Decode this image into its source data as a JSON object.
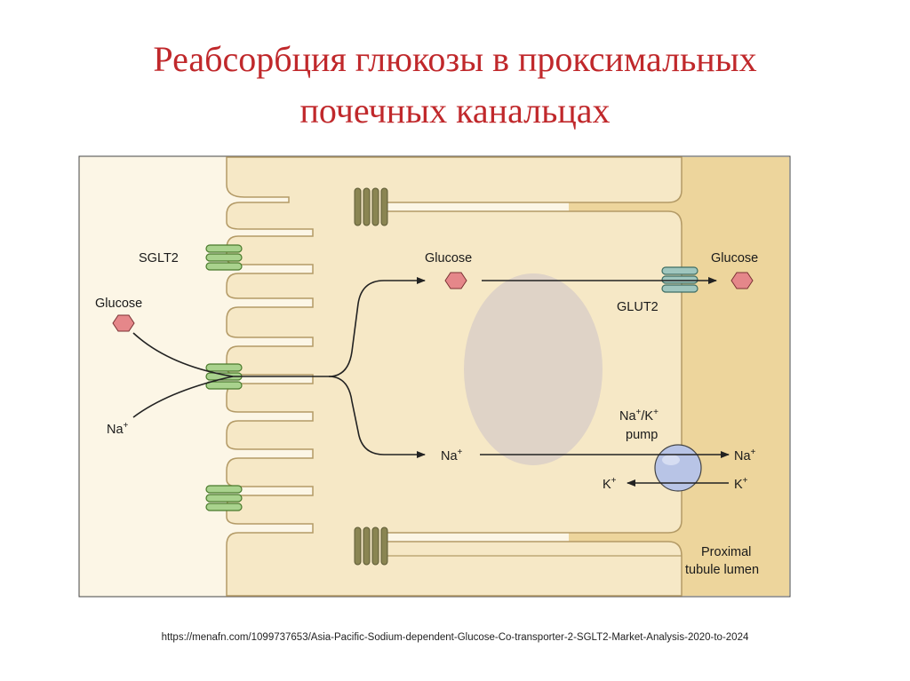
{
  "slide": {
    "title_line1": "Реабсорбция глюкозы в проксимальных",
    "title_line2": "почечных канальцах",
    "source_url": "https://menafn.com/1099737653/Asia-Pacific-Sodium-dependent-Glucose-Co-transporter-2-SGLT2-Market-Analysis-2020-to-2024"
  },
  "diagram": {
    "labels": {
      "sglt2": "SGLT2",
      "glucose_lumen": "Glucose",
      "na_lumen": "Na",
      "glucose_cell": "Glucose",
      "na_cell": "Na",
      "glucose_out": "Glucose",
      "glut2": "GLUT2",
      "pump_line1": "Na",
      "pump_line1_mid": "/K",
      "pump_line2": "pump",
      "na_out": "Na",
      "k_out": "K",
      "k_in": "K",
      "lumen_line1": "Proximal",
      "lumen_line2": "tubule lumen",
      "superscript_plus": "+"
    },
    "colors": {
      "cell": "#f6e8c6",
      "interstitium": "#edd59c",
      "lumen": "#fcf6e6",
      "membrane": "#b39a66",
      "nucleus": "#ddd0c6",
      "sglt2_fill": "#a9d28d",
      "sglt2_stroke": "#4a7a2c",
      "glut2_fill": "#9fc6be",
      "glut2_stroke": "#3f6e64",
      "tight_junction": "#8a8552",
      "glucose_hex": "#e5878a",
      "pump_fill": "#b8c4e6",
      "arrow": "#222222"
    }
  }
}
